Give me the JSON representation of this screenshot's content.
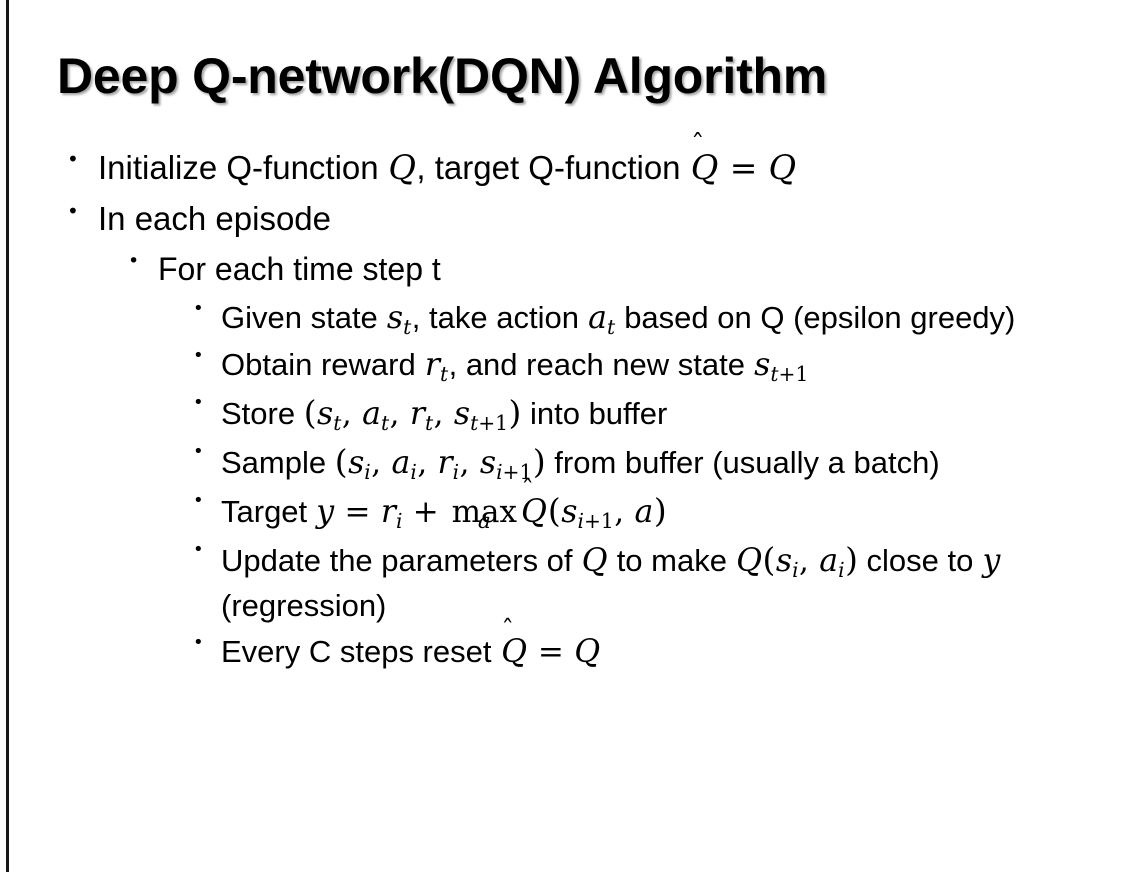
{
  "slide": {
    "title": "Deep Q-network(DQN) Algorithm",
    "background_color": "#ffffff",
    "text_color": "#000000",
    "accent_rule_color": "#171717",
    "bullet_glyph": "•"
  },
  "bullets": {
    "b1": {
      "level": 1,
      "parts": [
        "Initialize Q-function ",
        "Q",
        ", target Q-function ",
        "Q̂",
        " = ",
        "Q"
      ],
      "plain": "Initialize Q-function Q, target Q-function Q̂ = Q"
    },
    "b2": {
      "level": 1,
      "plain": "In each episode"
    },
    "b3": {
      "level": 2,
      "plain": "For each time step t"
    },
    "b4": {
      "level": 3,
      "plain": "Given state s_t, take action a_t based on Q (epsilon greedy)",
      "text_before": "Given state ",
      "var1": "s",
      "sub1": "t",
      "text_mid": ", take action ",
      "var2": "a",
      "sub2": "t",
      "text_after": " based on Q (epsilon greedy)"
    },
    "b5": {
      "level": 3,
      "plain": "Obtain reward r_t, and reach new state s_t+1",
      "text_before": "Obtain reward ",
      "var1": "r",
      "sub1": "t",
      "text_mid": ", and reach new state ",
      "var2": "s",
      "sub2": "t+1"
    },
    "b6": {
      "level": 3,
      "plain": "Store (s_t, a_t, r_t, s_t+1) into buffer",
      "text_before": "Store ",
      "tuple": [
        "s_t",
        "a_t",
        "r_t",
        "s_t+1"
      ],
      "text_after": " into buffer"
    },
    "b7": {
      "level": 3,
      "plain": "Sample (s_i, a_i, r_i, s_i+1) from buffer (usually a batch)",
      "text_before": "Sample ",
      "tuple": [
        "s_i",
        "a_i",
        "r_i",
        "s_i+1"
      ],
      "text_after": " from buffer (usually a batch)"
    },
    "b8": {
      "level": 3,
      "plain": "Target y = r_i + max_a Q̂(s_i+1, a)",
      "text_before": "Target ",
      "lhs": "y",
      "eq": " = ",
      "term1_var": "r",
      "term1_sub": "i",
      "plus": " + ",
      "operator": "max",
      "operator_limit": "a",
      "qhat": "Q̂",
      "arg1_var": "s",
      "arg1_sub": "i+1",
      "arg2": "a"
    },
    "b9": {
      "level": 3,
      "plain": "Update the parameters of Q to make Q(s_i, a_i) close to y (regression)",
      "text_before": "Update the parameters of ",
      "var_q": "Q",
      "text_mid": " to make ",
      "func": "Q",
      "arg1_var": "s",
      "arg1_sub": "i",
      "arg2_var": "a",
      "arg2_sub": "i",
      "text_after": " close to ",
      "var_y": "y",
      "text_end": " (regression)"
    },
    "b10": {
      "level": 3,
      "plain": "Every C steps reset Q̂ = Q",
      "text_before": "Every C steps reset ",
      "qhat": "Q̂",
      "eq": " = ",
      "var_q": "Q"
    }
  }
}
